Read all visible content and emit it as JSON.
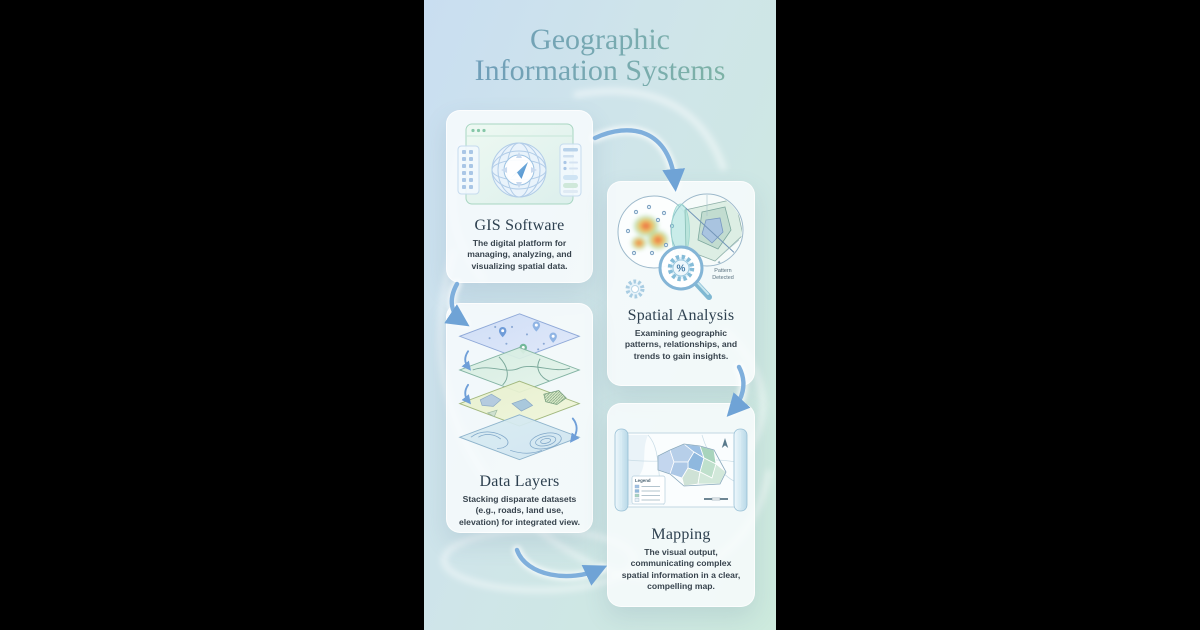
{
  "page": {
    "title_line1": "Geographic",
    "title_line2": "Information Systems"
  },
  "cards": [
    {
      "id": "gis-software",
      "title": "GIS Software",
      "description": "The digital platform for managing, analyzing, and visualizing spatial data."
    },
    {
      "id": "spatial-analysis",
      "title": "Spatial Analysis",
      "description": "Examining geographic patterns, relationships, and trends to gain insights.",
      "badge": "%",
      "callout_line1": "Pattern",
      "callout_line2": "Detected"
    },
    {
      "id": "data-layers",
      "title": "Data Layers",
      "description": "Stacking disparate datasets (e.g., roads, land use, elevation) for integrated view."
    },
    {
      "id": "mapping",
      "title": "Mapping",
      "description": "The visual output, communicating complex spatial information in a clear, compelling map.",
      "legend_title": "Legend"
    }
  ],
  "colors": {
    "background_left": "#c9def1",
    "background_right": "#cdeadd",
    "title_gradient_start": "#6e9cba",
    "title_gradient_end": "#7fb5a3",
    "card_background": "#fafdfe",
    "card_title_text": "#2e4150",
    "body_text": "#38444e",
    "flow_arrow": "#7fafdc",
    "heatmap_hot": "#e4574b",
    "side_bars": "#000000"
  }
}
